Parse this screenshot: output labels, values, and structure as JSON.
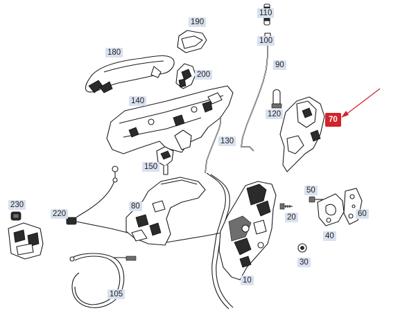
{
  "diagram": {
    "callouts": [
      {
        "id": "c10",
        "text": "10",
        "highlight": false
      },
      {
        "id": "c20",
        "text": "20",
        "highlight": false
      },
      {
        "id": "c30",
        "text": "30",
        "highlight": false
      },
      {
        "id": "c40",
        "text": "40",
        "highlight": false
      },
      {
        "id": "c50",
        "text": "50",
        "highlight": false
      },
      {
        "id": "c60",
        "text": "60",
        "highlight": false
      },
      {
        "id": "c70",
        "text": "70",
        "highlight": true
      },
      {
        "id": "c80",
        "text": "80",
        "highlight": false
      },
      {
        "id": "c90",
        "text": "90",
        "highlight": false
      },
      {
        "id": "c100",
        "text": "100",
        "highlight": false
      },
      {
        "id": "c105",
        "text": "105",
        "highlight": false
      },
      {
        "id": "c110",
        "text": "110",
        "highlight": false
      },
      {
        "id": "c120",
        "text": "120",
        "highlight": false
      },
      {
        "id": "c130",
        "text": "130",
        "highlight": false
      },
      {
        "id": "c140",
        "text": "140",
        "highlight": false
      },
      {
        "id": "c150",
        "text": "150",
        "highlight": false
      },
      {
        "id": "c180",
        "text": "180",
        "highlight": false
      },
      {
        "id": "c190",
        "text": "190",
        "highlight": false
      },
      {
        "id": "c200",
        "text": "200",
        "highlight": false
      },
      {
        "id": "c220",
        "text": "220",
        "highlight": false
      },
      {
        "id": "c230",
        "text": "230",
        "highlight": false
      }
    ],
    "colors": {
      "label_bg": "#d9e1ef",
      "highlight_bg": "#d3232a",
      "highlight_text": "#ffffff",
      "arrow": "#d3232a",
      "line": "#1a1a1a"
    }
  }
}
